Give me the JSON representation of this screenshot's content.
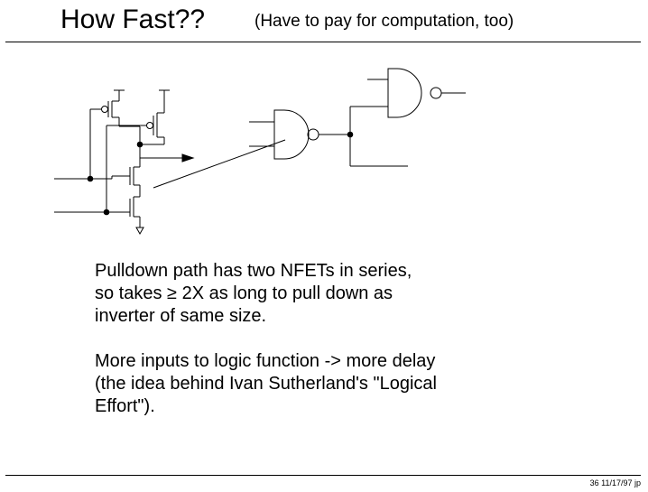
{
  "slide": {
    "title": "How Fast??",
    "subtitle": "(Have to pay for computation, too)",
    "paragraphs": [
      "Pulldown path has two NFETs in series,\nso takes ≥ 2X as long to pull down as\ninverter of same size.",
      "More inputs to logic function -> more delay\n(the idea behind Ivan Sutherland's \"Logical\nEffort\")."
    ],
    "footer": "36   11/17/97  jp"
  }
}
